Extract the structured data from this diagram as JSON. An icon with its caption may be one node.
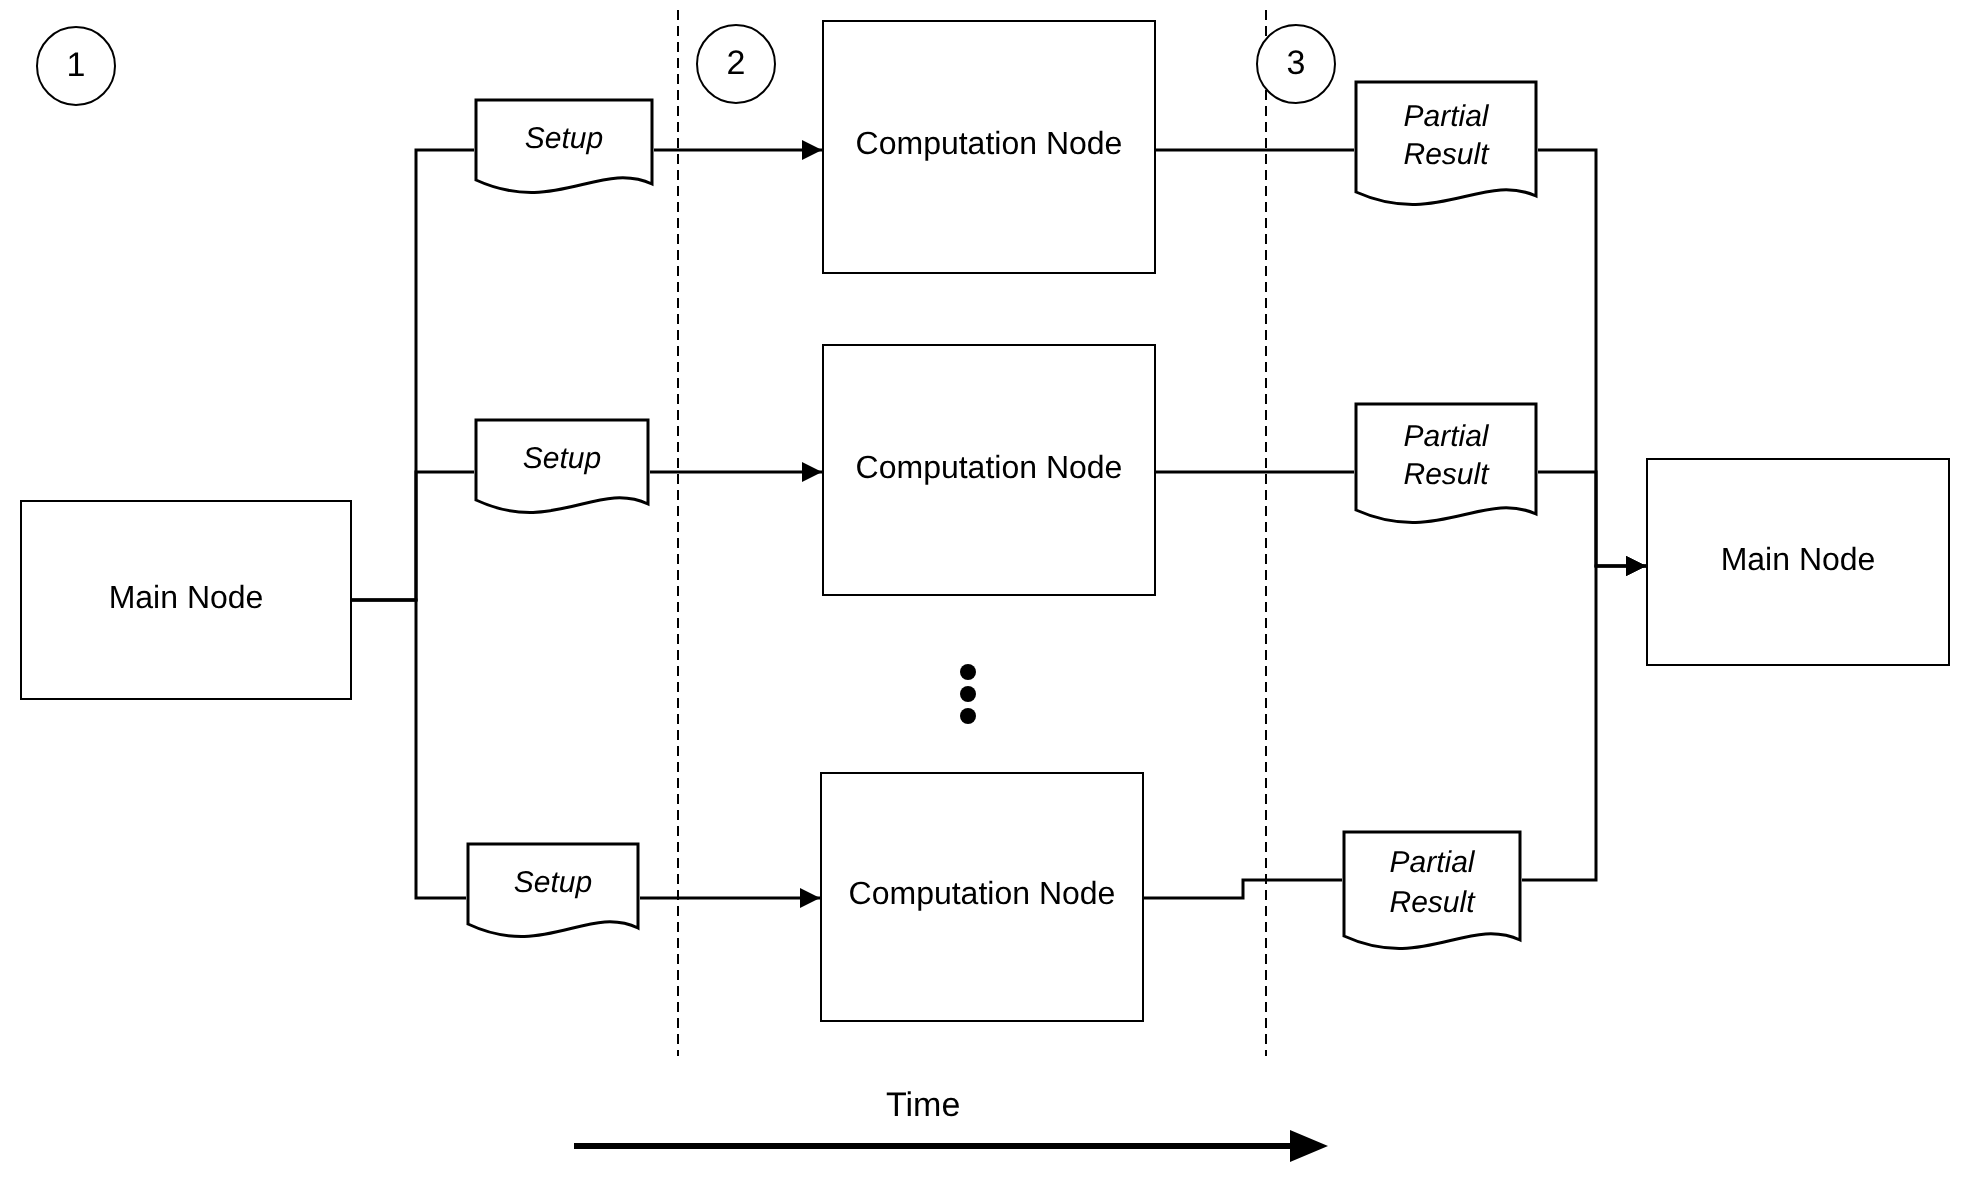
{
  "diagram": {
    "nodes": [
      {
        "text": [
          "1"
        ]
      },
      {
        "text": [
          "Main Node"
        ]
      },
      {
        "text": [
          "Setup"
        ]
      },
      {
        "text": [
          "Setup"
        ]
      },
      {
        "text": [
          "Setup"
        ]
      },
      {
        "text": [
          "2"
        ]
      },
      {
        "text": [
          "Computation Node"
        ]
      },
      {
        "text": [
          "Computation Node"
        ]
      },
      {
        "text": [
          "Computation Node"
        ]
      },
      {
        "text": [
          "3"
        ]
      },
      {
        "text": [
          "Partial Result"
        ]
      },
      {
        "text": [
          "Partial Result"
        ]
      },
      {
        "text": [
          "Partial Result"
        ]
      },
      {
        "text": [
          "Main Node"
        ]
      }
    ],
    "edges": [
      {
        "from": 1,
        "to": 2,
        "arrow": "none"
      },
      {
        "from": 1,
        "to": 3,
        "arrow": "none"
      },
      {
        "from": 1,
        "to": 4,
        "arrow": "none"
      },
      {
        "from": 2,
        "to": 6,
        "arrow": "to"
      },
      {
        "from": 3,
        "to": 7,
        "arrow": "to"
      },
      {
        "from": 4,
        "to": 8,
        "arrow": "to"
      },
      {
        "from": 6,
        "to": 10,
        "arrow": "none"
      },
      {
        "from": 7,
        "to": 11,
        "arrow": "none"
      },
      {
        "from": 8,
        "to": 12,
        "arrow": "none"
      },
      {
        "from": 10,
        "to": 13,
        "arrow": "to"
      },
      {
        "from": 11,
        "to": 13,
        "arrow": "to"
      },
      {
        "from": 12,
        "to": 13,
        "arrow": "to"
      }
    ],
    "labels": [
      "Time"
    ]
  }
}
